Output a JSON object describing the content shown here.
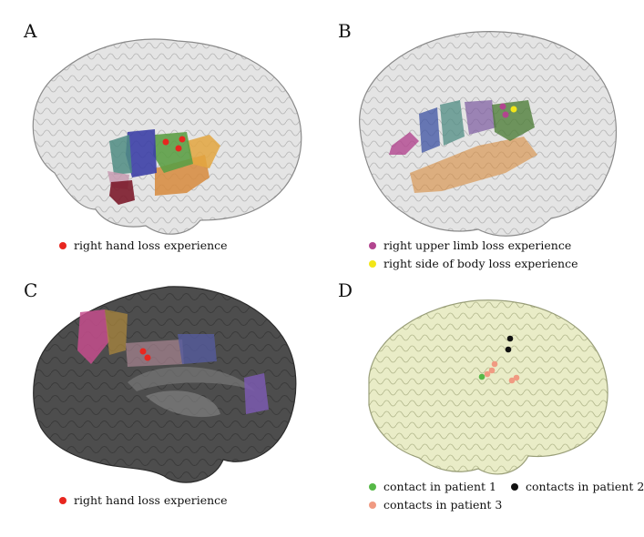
{
  "panels": {
    "a": {
      "letter": "A",
      "legend": [
        {
          "label": "right hand loss experience",
          "color": "#e8261f"
        }
      ]
    },
    "b": {
      "letter": "B",
      "legend": [
        {
          "label": "right upper limb loss experience",
          "color": "#b2458f"
        },
        {
          "label": "right side of body loss experience",
          "color": "#f2e618"
        }
      ]
    },
    "c": {
      "letter": "C",
      "legend": [
        {
          "label": "right hand loss experience",
          "color": "#e8261f"
        }
      ]
    },
    "d": {
      "letter": "D",
      "legend": [
        {
          "label": "contact in patient 1",
          "color": "#56b847"
        },
        {
          "label": "contacts in patient 2",
          "color": "#111111"
        },
        {
          "label": "contacts in patient 3",
          "color": "#f09a82"
        }
      ]
    }
  },
  "colors": {
    "brain_outline": "#9a9a9a",
    "medial_surface": "#4d4d4d",
    "panel_d_brain": "#e9ecc7"
  }
}
